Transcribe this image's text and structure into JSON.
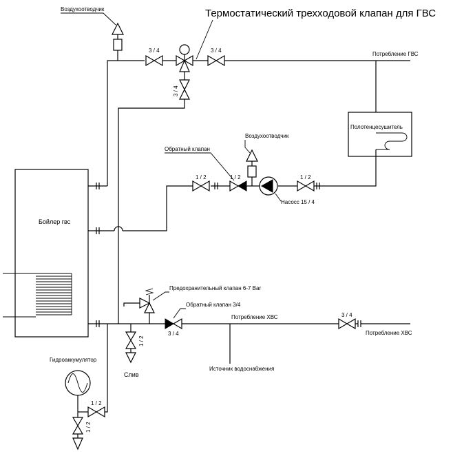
{
  "title": "Термостатический трехходовой клапан для ГВС",
  "labels": {
    "air_vent_top": "Воздухоотводчик",
    "air_vent_mid": "Воздухоотводчик",
    "hot_consumption": "Потребление ГВС",
    "towel_dryer": "Полотенцесушитель",
    "check_valve_top": "Обратный клапан",
    "pump": "Насосс 15 / 4",
    "boiler": "Бойлер гвс",
    "safety_valve": "Предохранительный клапан 6-7 Bar",
    "check_valve_bottom": "Обратный клапан 3/4",
    "cold_consumption_1": "Потребление ХВС",
    "cold_consumption_2": "Потребление ХВС",
    "water_source": "Источник водоснабжения",
    "drain": "Слив",
    "accumulator": "Гидроаккумулятор"
  },
  "sizes": {
    "v_top_left": "3 / 4",
    "v_top_right": "3 / 4",
    "v_top_vertical": "3 / 4",
    "v_mid_left": "1 / 2",
    "v_mid_check": "1 / 2",
    "v_mid_right": "1 / 2",
    "v_drain": "1 / 2",
    "v_bottom_check": "3 / 4",
    "v_bottom_right": "3 / 4",
    "v_acc_h": "1 / 2",
    "v_acc_v": "1 / 2"
  }
}
